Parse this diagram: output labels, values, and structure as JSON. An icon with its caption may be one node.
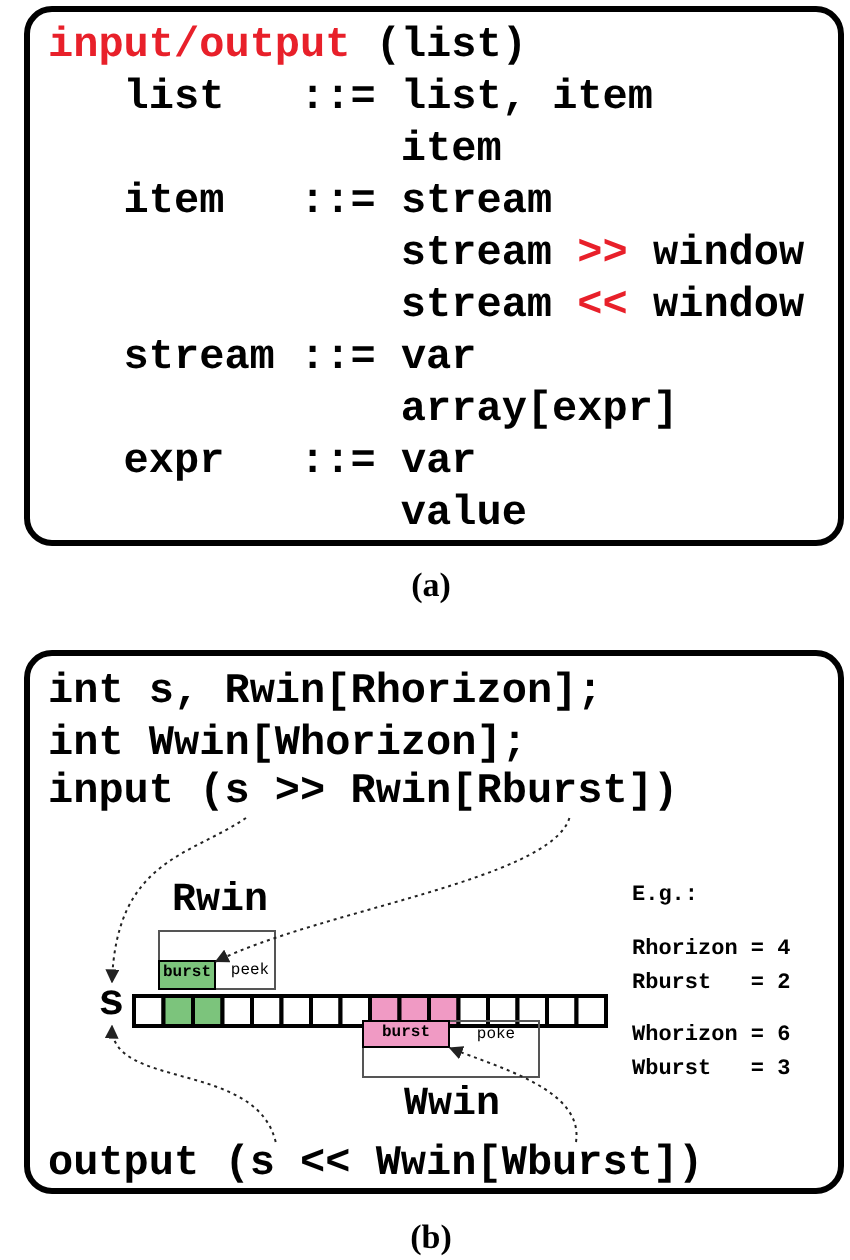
{
  "diagram": {
    "nodes": [
      {
        "text": [
          "input/output (list)",
          "list   ::= list, item",
          "item",
          "item   ::= stream",
          "stream >> window",
          "stream << window",
          "stream ::= var",
          "array[expr]",
          "expr   ::= var",
          "value"
        ],
        "beside": [
          "(a)"
        ]
      },
      {
        "text": [
          "int s, Rwin[Rhorizon];",
          "int Wwin[Whorizon];"
        ],
        "beside": [
          "(b)"
        ]
      },
      {
        "text": [
          "input (s >> Rwin[Rburst])"
        ],
        "in": 1
      },
      {
        "text": [
          "s"
        ],
        "in": 1
      },
      {
        "text": [
          "Rwin",
          "peek"
        ],
        "in": 1
      },
      {
        "text": [
          "burst"
        ],
        "in": 4
      },
      {
        "text": [
          "poke",
          "Wwin"
        ],
        "in": 1
      },
      {
        "text": [
          "burst"
        ],
        "in": 6
      },
      {
        "text": [
          "output (s << Wwin[Wburst])"
        ],
        "in": 1
      }
    ],
    "edges": [
      {
        "from": 2,
        "to": 3,
        "arrow": "to",
        "style": "dashed"
      },
      {
        "from": 2,
        "to": 5,
        "arrow": "to",
        "style": "dashed"
      },
      {
        "from": 8,
        "to": 3,
        "arrow": "to",
        "style": "dashed"
      },
      {
        "from": 8,
        "to": 7,
        "arrow": "to",
        "style": "dashed"
      }
    ],
    "labels": [
      "E.g.:",
      "Rhorizon = 4",
      "Rburst   = 2",
      "Whorizon = 6",
      "Wburst   = 3"
    ]
  }
}
